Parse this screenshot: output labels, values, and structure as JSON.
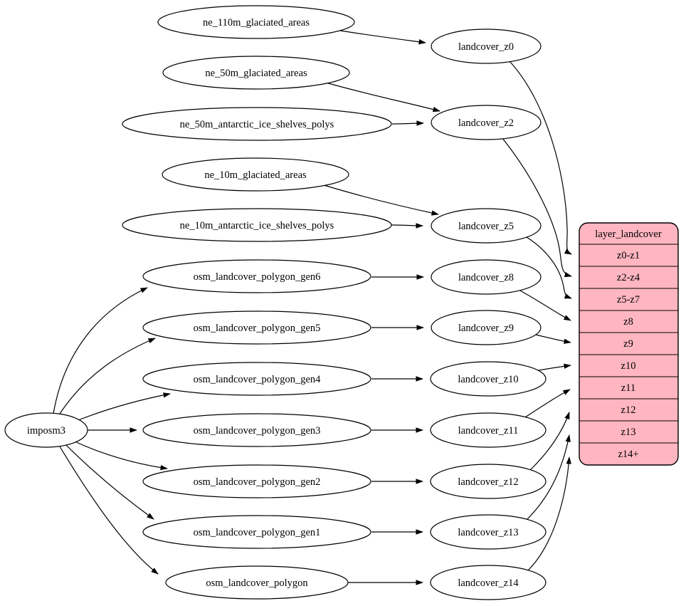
{
  "diagram": {
    "type": "etl-dependency-graph",
    "importer": {
      "label": "imposm3"
    },
    "sources": [
      {
        "label": "ne_110m_glaciated_areas"
      },
      {
        "label": "ne_50m_glaciated_areas"
      },
      {
        "label": "ne_50m_antarctic_ice_shelves_polys"
      },
      {
        "label": "ne_10m_glaciated_areas"
      },
      {
        "label": "ne_10m_antarctic_ice_shelves_polys"
      },
      {
        "label": "osm_landcover_polygon_gen6"
      },
      {
        "label": "osm_landcover_polygon_gen5"
      },
      {
        "label": "osm_landcover_polygon_gen4"
      },
      {
        "label": "osm_landcover_polygon_gen3"
      },
      {
        "label": "osm_landcover_polygon_gen2"
      },
      {
        "label": "osm_landcover_polygon_gen1"
      },
      {
        "label": "osm_landcover_polygon"
      }
    ],
    "intermediates": [
      {
        "label": "landcover_z0"
      },
      {
        "label": "landcover_z2"
      },
      {
        "label": "landcover_z5"
      },
      {
        "label": "landcover_z8"
      },
      {
        "label": "landcover_z9"
      },
      {
        "label": "landcover_z10"
      },
      {
        "label": "landcover_z11"
      },
      {
        "label": "landcover_z12"
      },
      {
        "label": "landcover_z13"
      },
      {
        "label": "landcover_z14"
      }
    ],
    "layer": {
      "title": "layer_landcover",
      "rows": [
        "z0-z1",
        "z2-z4",
        "z5-z7",
        "z8",
        "z9",
        "z10",
        "z11",
        "z12",
        "z13",
        "z14+"
      ]
    },
    "edges": [
      {
        "from": "imposm3",
        "to": "osm_landcover_polygon_gen6"
      },
      {
        "from": "imposm3",
        "to": "osm_landcover_polygon_gen5"
      },
      {
        "from": "imposm3",
        "to": "osm_landcover_polygon_gen4"
      },
      {
        "from": "imposm3",
        "to": "osm_landcover_polygon_gen3"
      },
      {
        "from": "imposm3",
        "to": "osm_landcover_polygon_gen2"
      },
      {
        "from": "imposm3",
        "to": "osm_landcover_polygon_gen1"
      },
      {
        "from": "imposm3",
        "to": "osm_landcover_polygon"
      },
      {
        "from": "ne_110m_glaciated_areas",
        "to": "landcover_z0"
      },
      {
        "from": "ne_50m_glaciated_areas",
        "to": "landcover_z2"
      },
      {
        "from": "ne_50m_antarctic_ice_shelves_polys",
        "to": "landcover_z2"
      },
      {
        "from": "ne_10m_glaciated_areas",
        "to": "landcover_z5"
      },
      {
        "from": "ne_10m_antarctic_ice_shelves_polys",
        "to": "landcover_z5"
      },
      {
        "from": "osm_landcover_polygon_gen6",
        "to": "landcover_z8"
      },
      {
        "from": "osm_landcover_polygon_gen5",
        "to": "landcover_z9"
      },
      {
        "from": "osm_landcover_polygon_gen4",
        "to": "landcover_z10"
      },
      {
        "from": "osm_landcover_polygon_gen3",
        "to": "landcover_z11"
      },
      {
        "from": "osm_landcover_polygon_gen2",
        "to": "landcover_z12"
      },
      {
        "from": "osm_landcover_polygon_gen1",
        "to": "landcover_z13"
      },
      {
        "from": "osm_landcover_polygon",
        "to": "landcover_z14"
      },
      {
        "from": "landcover_z0",
        "to": "layer_landcover.z0-z1"
      },
      {
        "from": "landcover_z2",
        "to": "layer_landcover.z2-z4"
      },
      {
        "from": "landcover_z5",
        "to": "layer_landcover.z5-z7"
      },
      {
        "from": "landcover_z8",
        "to": "layer_landcover.z8"
      },
      {
        "from": "landcover_z9",
        "to": "layer_landcover.z9"
      },
      {
        "from": "landcover_z10",
        "to": "layer_landcover.z10"
      },
      {
        "from": "landcover_z11",
        "to": "layer_landcover.z11"
      },
      {
        "from": "landcover_z12",
        "to": "layer_landcover.z12"
      },
      {
        "from": "landcover_z13",
        "to": "layer_landcover.z13"
      },
      {
        "from": "landcover_z14",
        "to": "layer_landcover.z14+"
      }
    ],
    "colors": {
      "record_fill": "#ffb6c1",
      "node_fill": "#ffffff",
      "stroke": "#000000"
    }
  }
}
